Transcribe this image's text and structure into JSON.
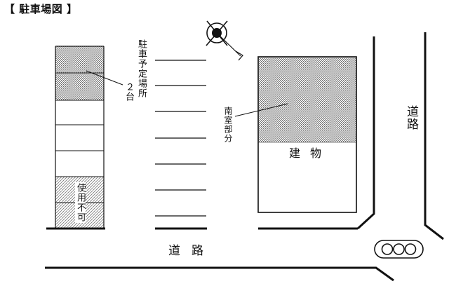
{
  "title": "【 駐車場図 】",
  "labels": {
    "reserved_parking": "駐車予定場所",
    "reserved_count": "２台",
    "unusable": "使用不可",
    "south_room": "南室部分",
    "building": "建物",
    "road_right": "道路",
    "road_bottom": "道路"
  },
  "icons": {
    "compass": "north-arrow-compass-icon",
    "symbol": "three-circle-symbol-icon"
  },
  "colors": {
    "line": "#111111",
    "hatch": "#9a9a9a",
    "background": "#ffffff"
  }
}
